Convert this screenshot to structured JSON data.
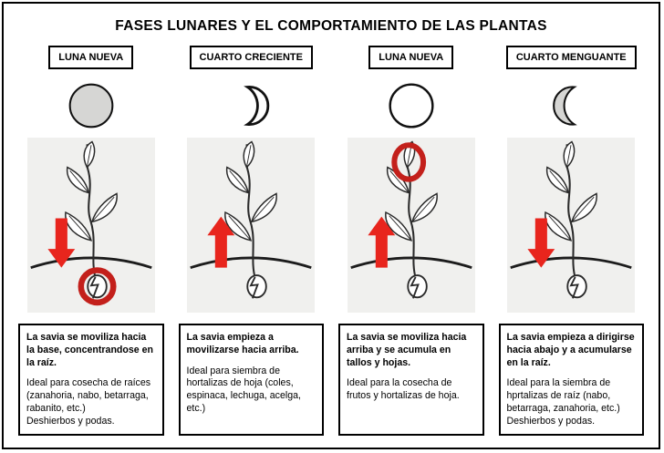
{
  "title": "FASES LUNARES Y EL COMPORTAMIENTO DE LAS PLANTAS",
  "colors": {
    "arrow_red": "#e8251d",
    "circle_red": "#c3201b",
    "moon_gray": "#d6d6d4",
    "moon_outline": "#111111",
    "panel_gray": "#f0f0ee"
  },
  "columns": [
    {
      "phase_label": "LUNA NUEVA",
      "moon_icon": "new-moon-icon",
      "sap_arrow": "down",
      "highlight": "root-circled",
      "text_bold": "La savia se moviliza hacia la base, concentrandose en la raíz.",
      "text_lines": [
        "Ideal para cosecha de raíces (zanahoria, nabo, betarraga, rabanito, etc.)",
        "Deshierbos y podas."
      ]
    },
    {
      "phase_label": "CUARTO CRECIENTE",
      "moon_icon": "waxing-crescent-icon",
      "sap_arrow": "up",
      "highlight": "none",
      "text_bold": "La savia empieza a movilizarse hacia arriba.",
      "text_lines": [
        "Ideal para siembra de hortalizas de hoja (coles, espinaca, lechuga, acelga, etc.)"
      ]
    },
    {
      "phase_label": "LUNA NUEVA",
      "moon_icon": "full-moon-icon",
      "sap_arrow": "up",
      "highlight": "foliage-circled",
      "text_bold": "La savia se moviliza hacia arriba y se acumula en tallos y hojas.",
      "text_lines": [
        "Ideal para la cosecha de frutos y hortalizas de hoja."
      ]
    },
    {
      "phase_label": "CUARTO MENGUANTE",
      "moon_icon": "waning-crescent-icon",
      "sap_arrow": "down",
      "highlight": "none",
      "text_bold": "La savia empieza a dirigirse hacia abajo y a acumularse en la raíz.",
      "text_lines": [
        "Ideal para la siembra de hprtalizas de raíz (nabo, betarraga, zanahoria, etc.)",
        "Deshierbos y podas."
      ]
    }
  ]
}
